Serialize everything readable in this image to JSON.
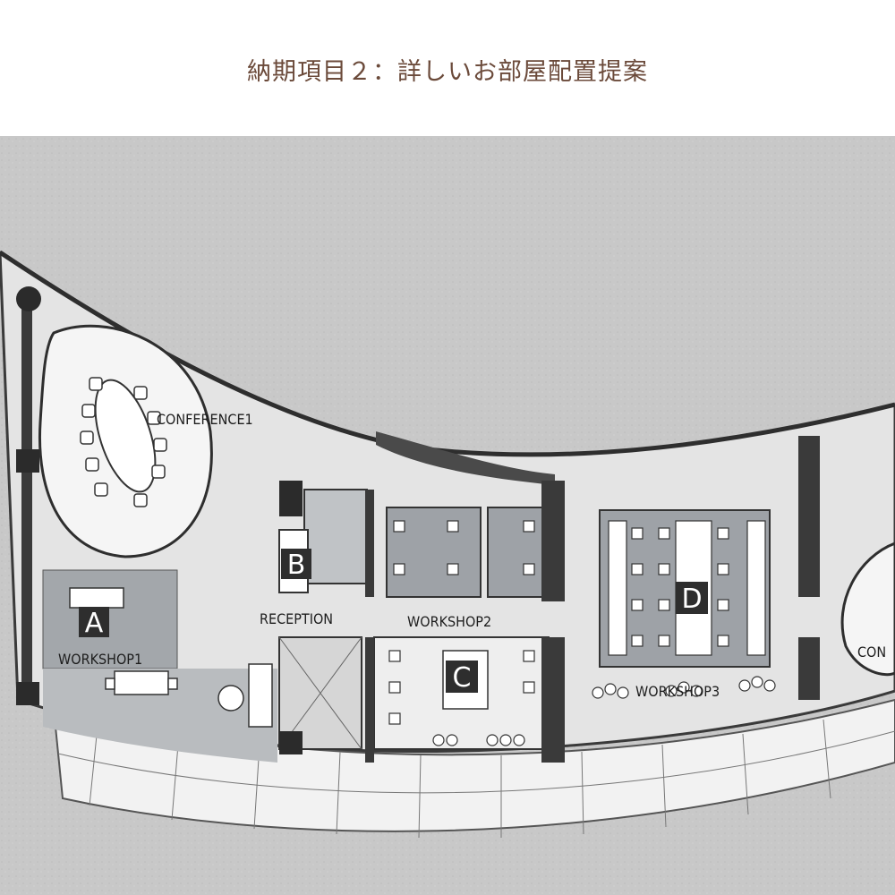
{
  "title": "納期項目２：詳しいお部屋配置提案",
  "rooms": {
    "conference1": "CONFERENCE1",
    "reception": "RECEPTION",
    "workshop1": "WORKSHOP1",
    "workshop2": "WORKSHOP2",
    "workshop3": "WORKSHOP3",
    "conference_partial": "CON"
  },
  "markers": {
    "a": "A",
    "b": "B",
    "c": "C",
    "d": "D"
  },
  "colors": {
    "title": "#6b4a3a",
    "background": "#c9c9c9",
    "floor": "#e3e3e3",
    "zone": "#9fa3a8",
    "wall": "#3a3a3a",
    "marker": "#2e2e2e"
  }
}
